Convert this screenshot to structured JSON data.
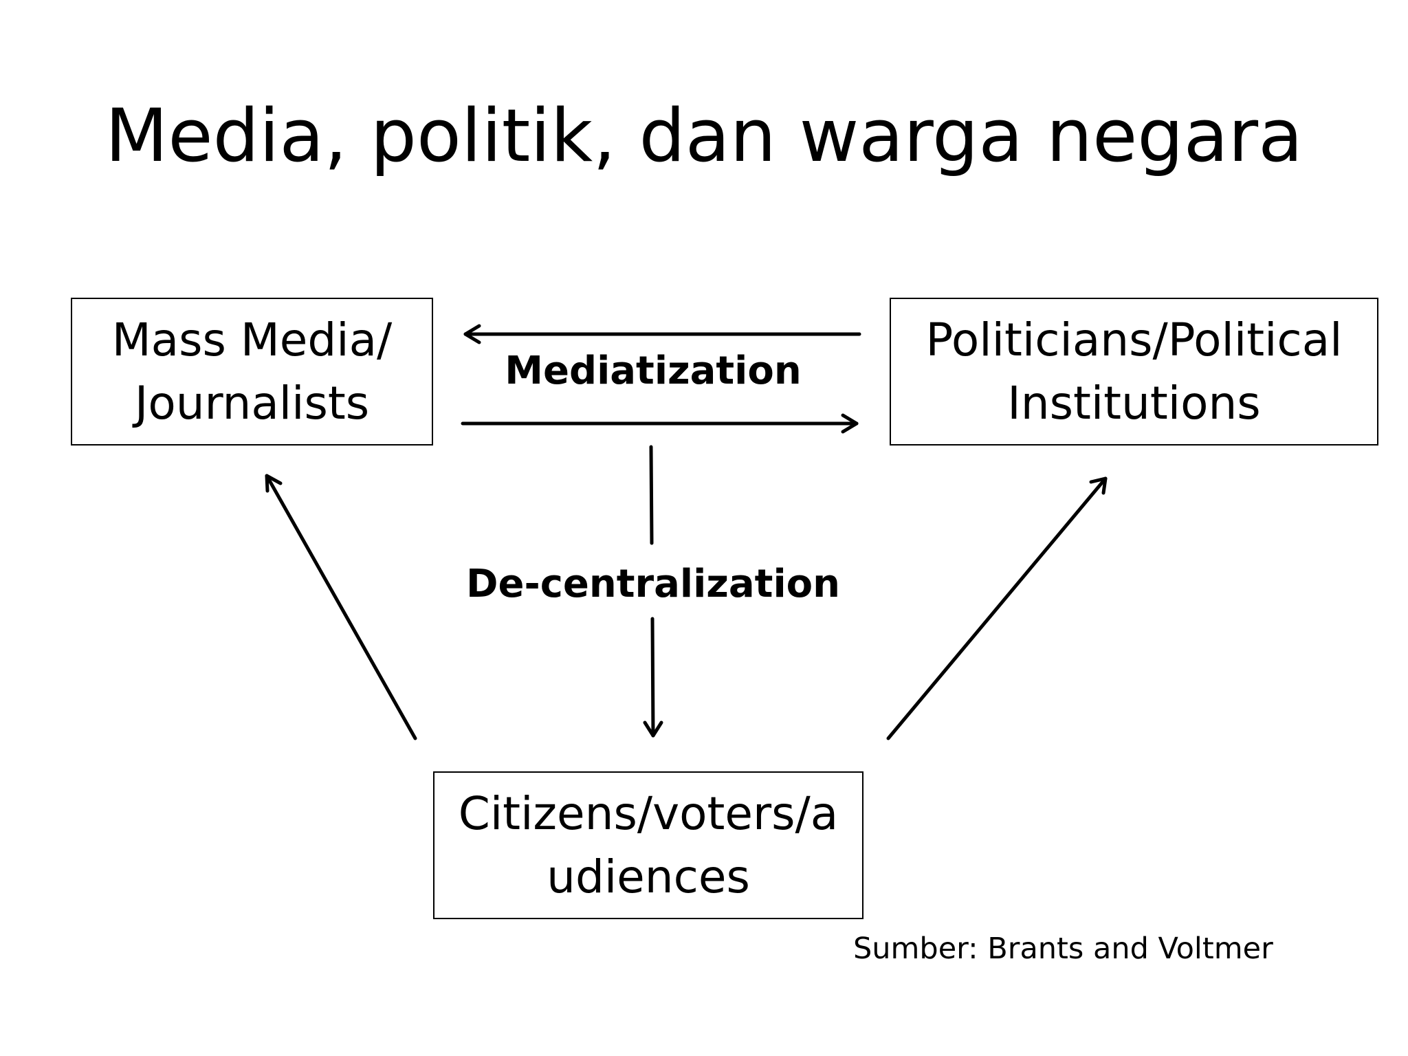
{
  "title": "Media, politik, dan warga negara",
  "nodes": {
    "media": {
      "line1": "Mass Media/",
      "line2": "Journalists"
    },
    "politicians": {
      "line1": "Politicians/Political",
      "line2": "Institutions"
    },
    "citizens": {
      "line1": "Citizens/voters/a",
      "line2": "udiences"
    }
  },
  "edges": {
    "mediatization": "Mediatization",
    "decentralization": "De-centralization"
  },
  "source": "Sumber: Brants and Voltmer",
  "colors": {
    "background": "#ffffff",
    "ink": "#000000"
  }
}
